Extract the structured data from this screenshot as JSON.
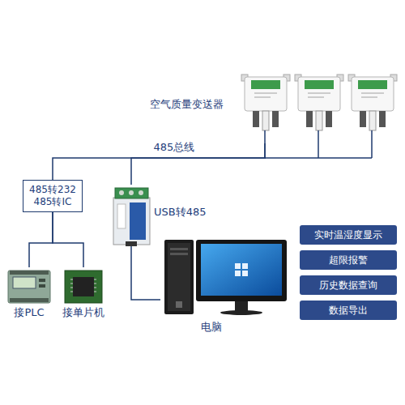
{
  "diagram": {
    "nodes": [
      {
        "text": [
          "空气质量变送器"
        ]
      },
      {
        "text": [
          "485转232 485转IC"
        ]
      },
      {
        "text": [
          "USB转485"
        ]
      },
      {
        "text": [
          "接PLC"
        ]
      },
      {
        "text": [
          "接单片机"
        ]
      },
      {
        "text": [
          "电脑"
        ]
      },
      {
        "text": [
          "实时温湿度显示"
        ]
      },
      {
        "text": [
          "超限报警"
        ]
      },
      {
        "text": [
          "历史数据查询"
        ]
      },
      {
        "text": [
          "数据导出"
        ]
      }
    ],
    "edges": [
      {
        "from": 0,
        "to": 1,
        "arrow": "none",
        "label": "485总线"
      },
      {
        "from": 0,
        "to": 2,
        "arrow": "none"
      },
      {
        "from": 1,
        "to": 3,
        "arrow": "none"
      },
      {
        "from": 1,
        "to": 4,
        "arrow": "none"
      },
      {
        "from": 2,
        "to": 5,
        "arrow": "none"
      }
    ]
  }
}
